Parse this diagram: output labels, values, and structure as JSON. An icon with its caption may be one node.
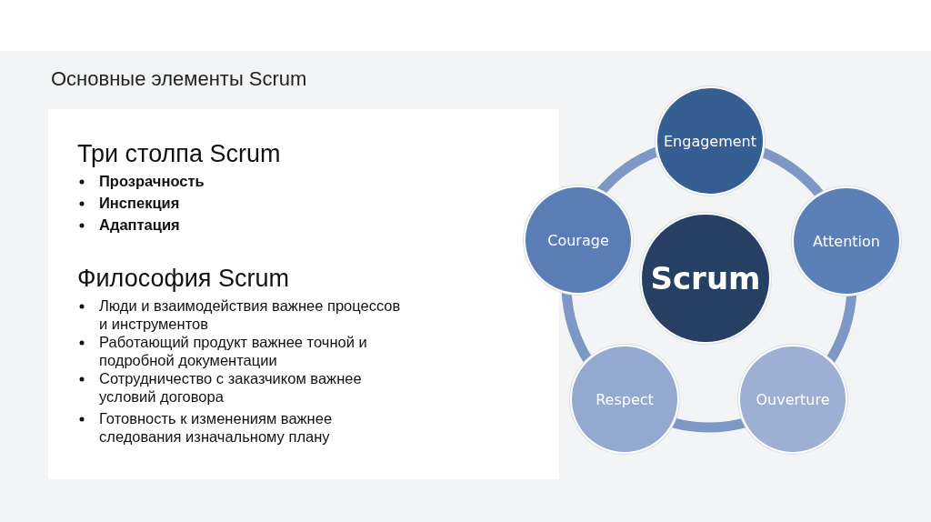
{
  "diagram": {
    "title": "Основные элементы Scrum",
    "nodes": [
      {
        "text": [
          "Три столпа Scrum",
          "Прозрачность",
          "Инспекция",
          "Адаптация",
          "Философия Scrum",
          "Люди и взаимодействия важнее процессов и инструментов",
          "Работающий продукт важнее точной и подробной документации",
          "Сотрудничество с заказчиком важнее условий договора",
          "Готовность к изменениям важнее следования изначальному плану"
        ]
      },
      {
        "text": [
          "Engagement"
        ]
      },
      {
        "text": [
          "Courage"
        ]
      },
      {
        "text": [
          "Attention"
        ]
      },
      {
        "text": [
          "Scrum"
        ]
      },
      {
        "text": [
          "Respect"
        ]
      },
      {
        "text": [
          "Ouverture"
        ]
      }
    ],
    "edges": [
      {
        "from": 1,
        "to": 3,
        "arrow": "none"
      },
      {
        "from": 3,
        "to": 6,
        "arrow": "none"
      },
      {
        "from": 6,
        "to": 5,
        "arrow": "none"
      },
      {
        "from": 5,
        "to": 2,
        "arrow": "none"
      },
      {
        "from": 2,
        "to": 1,
        "arrow": "none"
      }
    ]
  }
}
